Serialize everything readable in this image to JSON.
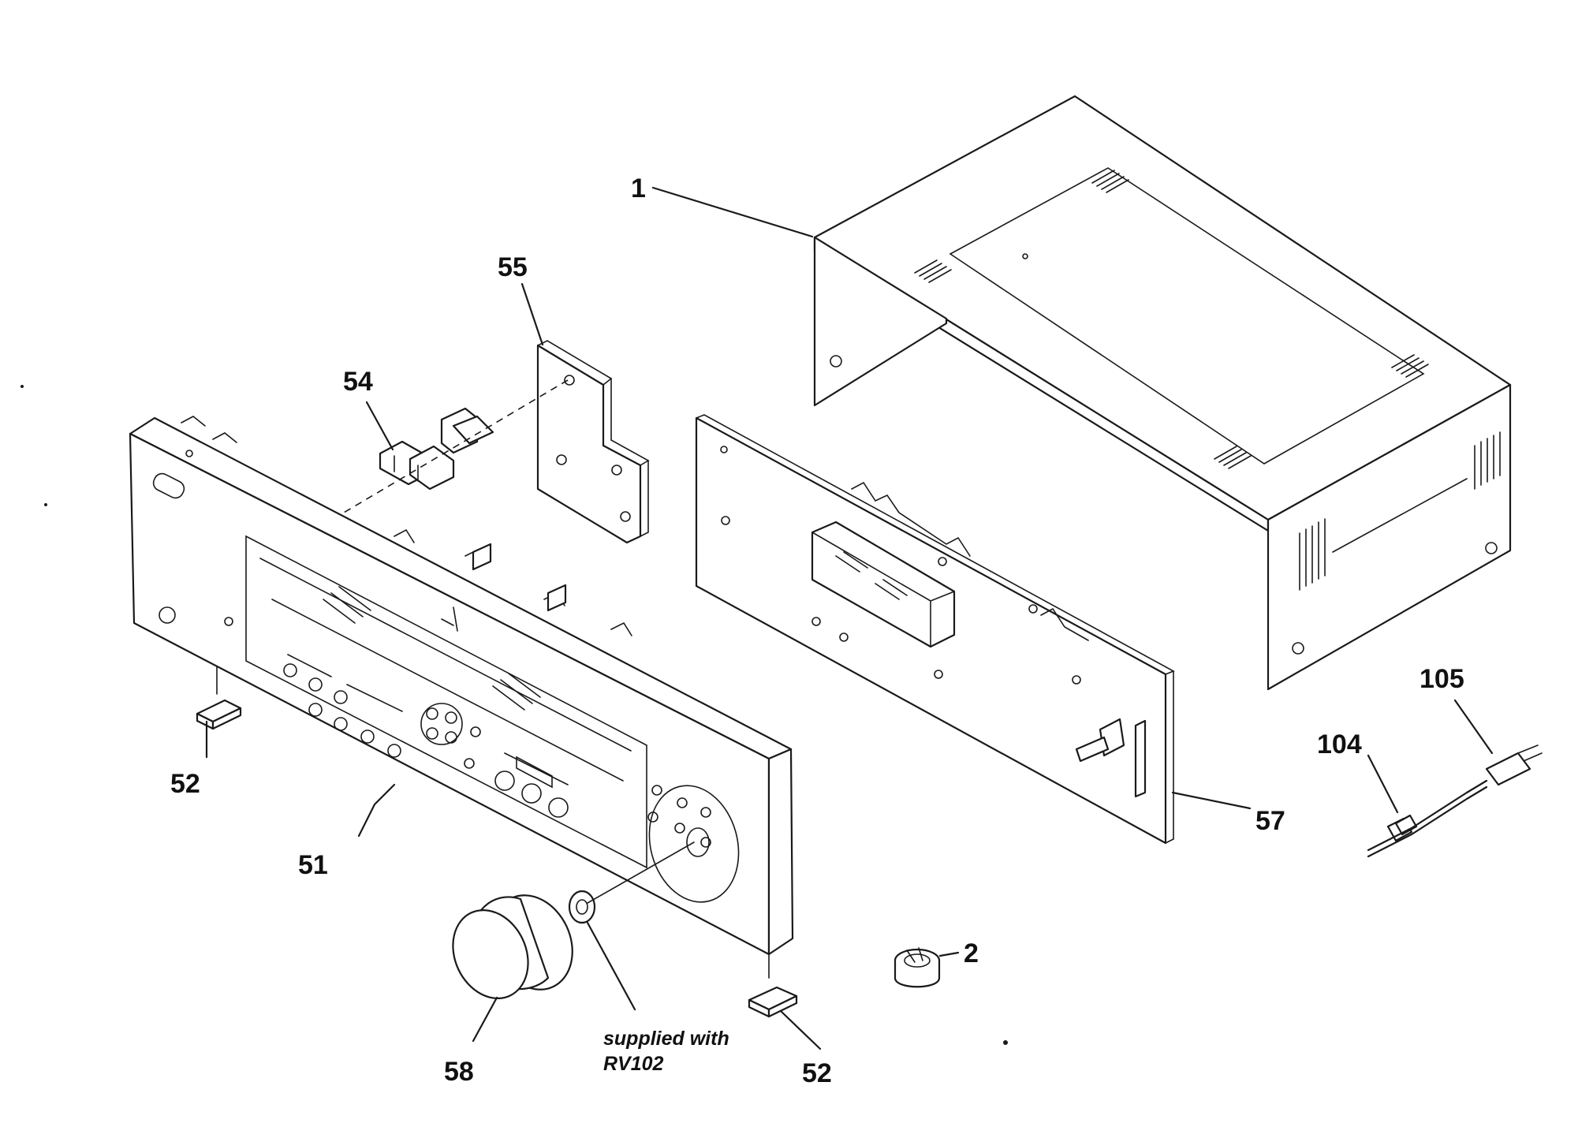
{
  "callouts": [
    {
      "id": "1",
      "label": "1"
    },
    {
      "id": "2",
      "label": "2"
    },
    {
      "id": "51",
      "label": "51"
    },
    {
      "id": "52a",
      "label": "52"
    },
    {
      "id": "52b",
      "label": "52"
    },
    {
      "id": "54",
      "label": "54"
    },
    {
      "id": "55",
      "label": "55"
    },
    {
      "id": "57",
      "label": "57"
    },
    {
      "id": "58",
      "label": "58"
    },
    {
      "id": "104",
      "label": "104"
    },
    {
      "id": "105",
      "label": "105"
    }
  ],
  "note": {
    "line1": "supplied with",
    "line2": "RV102"
  },
  "parts": {
    "cover": "top-cover",
    "front_panel": "front-panel",
    "main_board": "main-board",
    "small_board": "small-board",
    "switch": "switch-assembly",
    "knob": "volume-knob",
    "washer": "washer",
    "foot": "foot",
    "cord_bushing": "cord-bushing",
    "power_cord": "power-cord",
    "screw": "screw"
  },
  "colors": {
    "line": "#1a1a1a",
    "background": "#ffffff"
  }
}
